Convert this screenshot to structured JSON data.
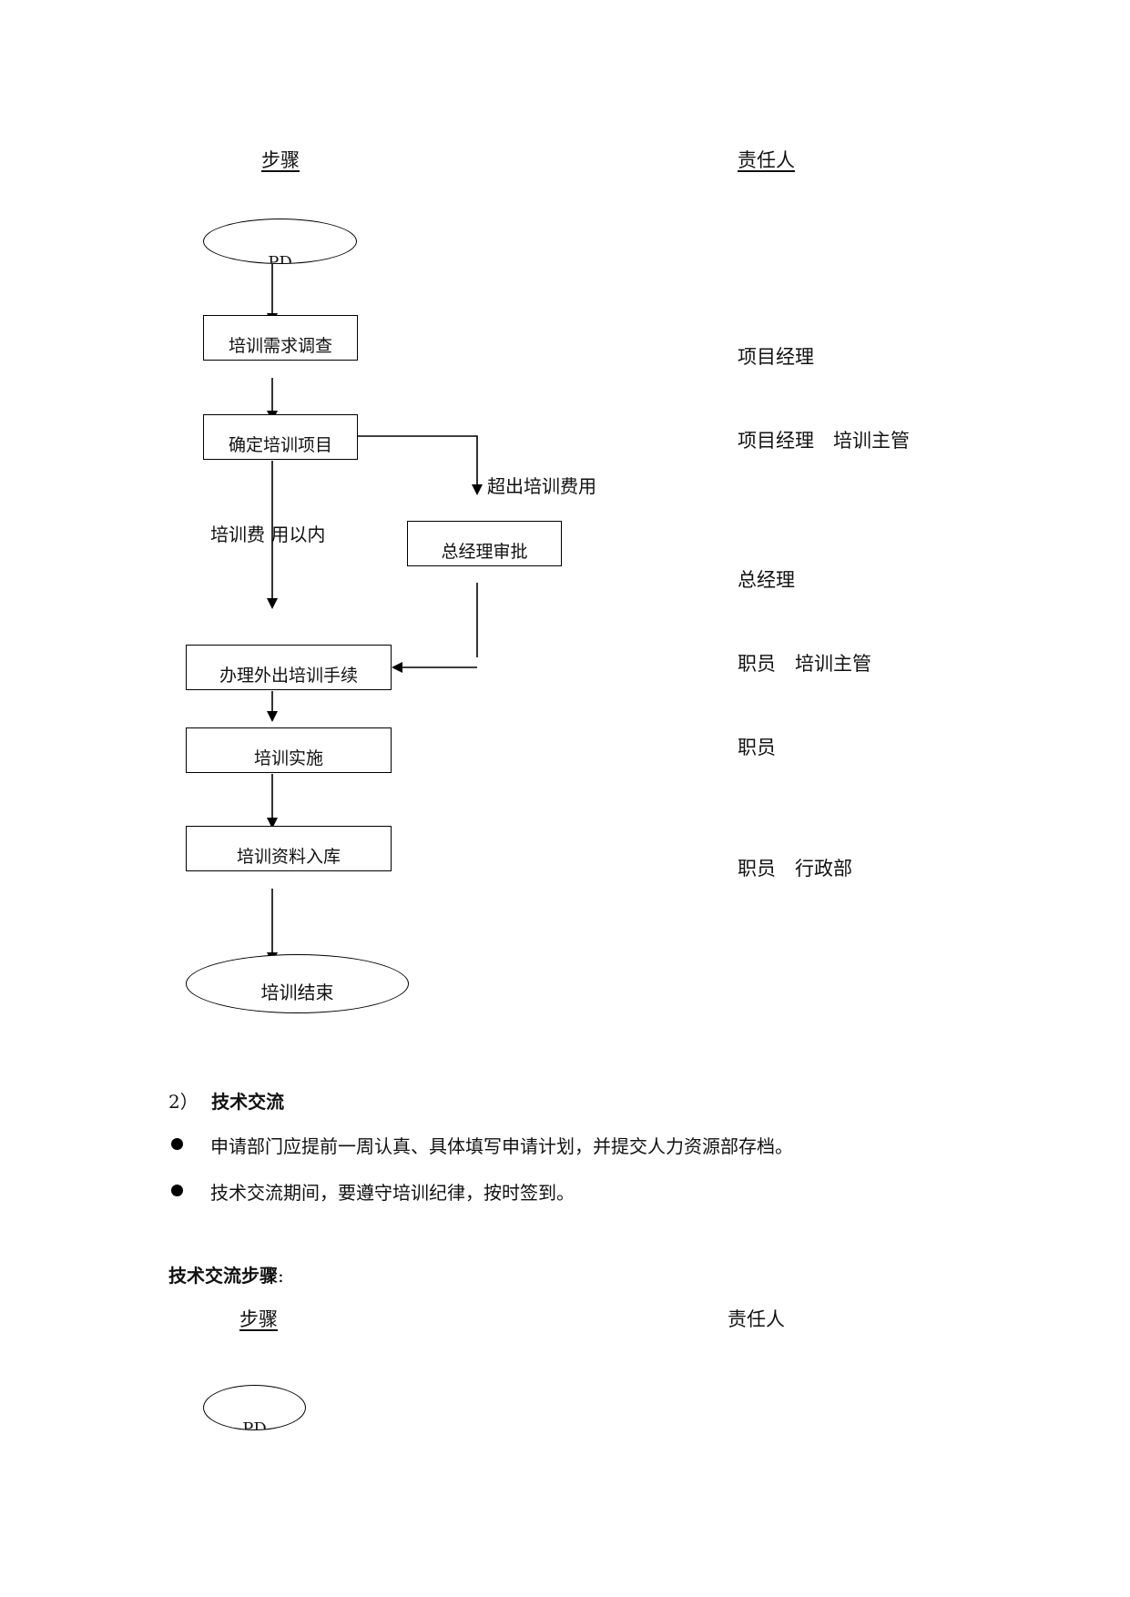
{
  "flow1": {
    "header_step": "步骤",
    "header_resp": "责任人",
    "start_label": "PD",
    "steps": {
      "survey": "培训需求调查",
      "determine": "确定培训项目",
      "gm_approve": "总经理审批",
      "handle": "办理外出培训手续",
      "implement": "培训实施",
      "archive": "培训资料入库",
      "end": "培训结束"
    },
    "labels": {
      "over_budget": "超出培训费用",
      "within_budget": "培训费 用以内"
    },
    "responsibles": {
      "survey": "项目经理",
      "determine": "项目经理　培训主管",
      "gm_approve": "总经理",
      "handle": "职员　培训主管",
      "implement": "职员",
      "archive": "职员　行政部"
    }
  },
  "section2": {
    "heading_num": "2）",
    "heading_title": "技术交流",
    "bullets": [
      "申请部门应提前一周认真、具体填写申请计划，并提交人力资源部存档。",
      "技术交流期间，要遵守培训纪律，按时签到。"
    ],
    "steps_title": "技术交流步骤",
    "steps_colon": ":"
  },
  "flow2": {
    "header_step": "步骤",
    "header_resp": "责任人",
    "start_label": "PD"
  }
}
